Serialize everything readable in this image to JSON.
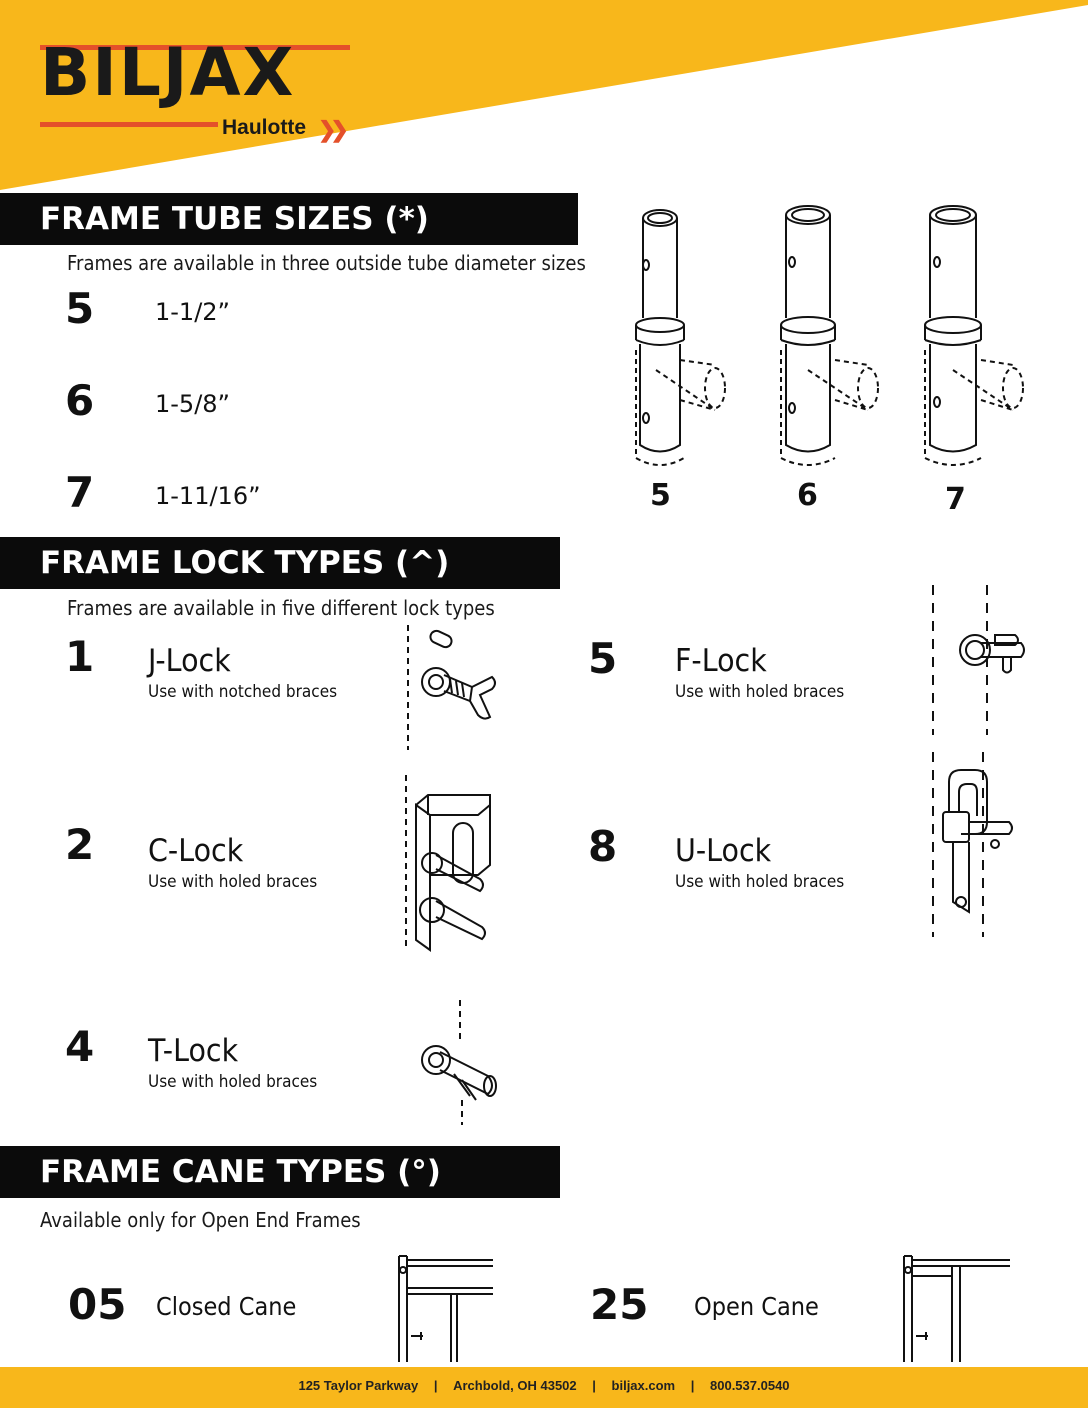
{
  "brand": {
    "name": "BILJAX",
    "sub": "Haulotte",
    "chevrons": "»",
    "accent": "#f8b71b",
    "red": "#e4502a"
  },
  "tube_sizes": {
    "title": "FRAME TUBE SIZES  (*)",
    "subtitle": "Frames are available in three outside tube diameter sizes",
    "items": [
      {
        "code": "5",
        "size": "1-1/2”"
      },
      {
        "code": "6",
        "size": "1-5/8”"
      },
      {
        "code": "7",
        "size": "1-11/16”"
      }
    ],
    "diagram_labels": [
      "5",
      "6",
      "7"
    ]
  },
  "lock_types": {
    "title": "FRAME LOCK TYPES  (^)",
    "subtitle": "Frames are available in five different lock types",
    "items": [
      {
        "code": "1",
        "name": "J-Lock",
        "desc": "Use with notched braces"
      },
      {
        "code": "2",
        "name": "C-Lock",
        "desc": "Use with holed braces"
      },
      {
        "code": "4",
        "name": "T-Lock",
        "desc": "Use with holed braces"
      },
      {
        "code": "5",
        "name": "F-Lock",
        "desc": "Use with holed braces"
      },
      {
        "code": "8",
        "name": "U-Lock",
        "desc": "Use with holed braces"
      }
    ]
  },
  "cane_types": {
    "title": "FRAME CANE TYPES  (°)",
    "subtitle": "Available only for Open End Frames",
    "items": [
      {
        "code": "05",
        "name": "Closed Cane"
      },
      {
        "code": "25",
        "name": "Open Cane"
      }
    ]
  },
  "footer": {
    "address": "125 Taylor Parkway",
    "city": "Archbold, OH 43502",
    "web": "biljax.com",
    "phone": "800.537.0540",
    "sep": "|"
  }
}
